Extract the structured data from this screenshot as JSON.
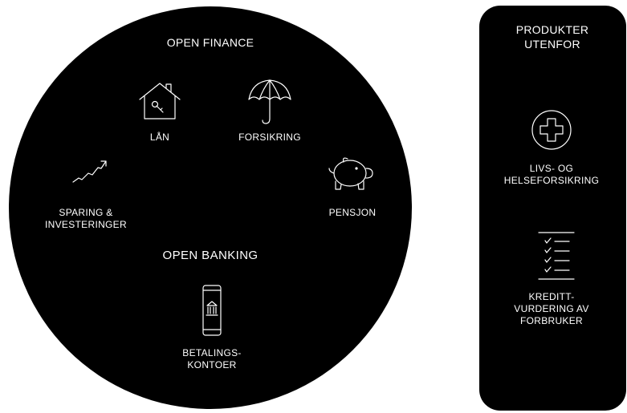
{
  "open_finance": {
    "title": "OPEN FINANCE",
    "items": [
      {
        "id": "lan",
        "label": "LÅN",
        "icon": "house-icon"
      },
      {
        "id": "forsikring",
        "label": "FORSIKRING",
        "icon": "umbrella-icon"
      },
      {
        "id": "sparing",
        "label": "SPARING &\nINVESTERINGER",
        "icon": "growth-chart-icon"
      },
      {
        "id": "pensjon",
        "label": "PENSJON",
        "icon": "piggy-bank-icon"
      }
    ]
  },
  "open_banking": {
    "title": "OPEN BANKING",
    "items": [
      {
        "id": "betalingskontoer",
        "label": "BETALINGS-\nKONTOER",
        "icon": "mobile-bank-icon"
      }
    ]
  },
  "outside_products": {
    "title": "PRODUKTER\nUTENFOR",
    "items": [
      {
        "id": "livs_helse",
        "label": "LIVS- OG\nHELSEFORSIKRING",
        "icon": "medical-cross-icon"
      },
      {
        "id": "kreditt",
        "label": "KREDITT-\nVURDERING AV\nFORBRUKER",
        "icon": "checklist-icon"
      }
    ]
  },
  "colors": {
    "background": "#ffffff",
    "shape_fill": "#000000",
    "text": "#ffffff"
  }
}
